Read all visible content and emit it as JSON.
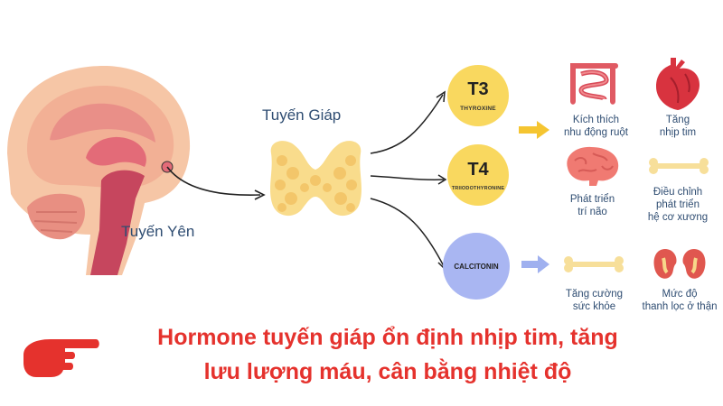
{
  "labels": {
    "pituitary": "Tuyến Yên",
    "thyroid": "Tuyến Giáp"
  },
  "hormones": [
    {
      "name": "T3",
      "subtitle": "THYROXINE",
      "color": "#f9d85f"
    },
    {
      "name": "T4",
      "subtitle": "TRIIODOTHYRONINE",
      "color": "#f9d85f"
    },
    {
      "name": "CALCITONIN",
      "subtitle": "",
      "color": "#a9b6f2"
    }
  ],
  "effects": {
    "gut": [
      "Kích thích",
      "nhu động ruột"
    ],
    "heart": [
      "Tăng",
      "nhịp tim"
    ],
    "brain": [
      "Phát triển",
      "trí não"
    ],
    "bone": [
      "Điều chỉnh",
      "phát triển",
      "hệ cơ xương"
    ],
    "health": [
      "Tăng cường",
      "sức khỏe"
    ],
    "kidney": [
      "Mức độ",
      "thanh lọc ở thận"
    ]
  },
  "caption": {
    "line1": "Hormone tuyến giáp ổn định nhịp tim, tăng",
    "line2": "lưu lượng máu, cân bằng nhiệt độ"
  },
  "colors": {
    "caption": "#e5322d",
    "label": "#2f4d72",
    "arrow_yellow": "#f5c531",
    "arrow_blue": "#9fb0ef"
  },
  "icons": [
    "brain-cross-section",
    "thyroid-gland-icon",
    "intestine-icon",
    "heart-icon",
    "brain-icon",
    "bone-icon",
    "kidney-icon",
    "pointing-hand-icon"
  ]
}
